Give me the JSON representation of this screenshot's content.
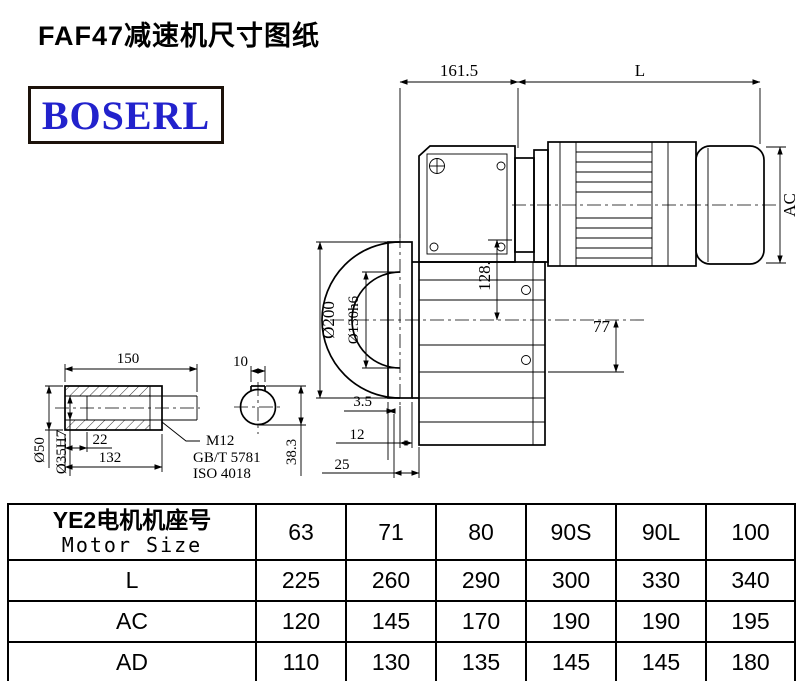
{
  "page": {
    "title": "FAF47减速机尺寸图纸",
    "logo_text": "BOSERL"
  },
  "drawing": {
    "dim_161_5": "161.5",
    "dim_L": "L",
    "dim_AC": "AC",
    "dim_d200": "Ø200",
    "dim_d130": "Ø130h6",
    "dim_128": "128.",
    "dim_77": "77",
    "dim_3_5": "3.5",
    "dim_12": "12",
    "dim_25": "25",
    "dim_38_3": "38.3",
    "dim_150": "150",
    "dim_10": "10",
    "dim_d50": "Ø50",
    "dim_d35": "Ø35H7",
    "dim_22": "22",
    "dim_132": "132",
    "note_thread": "M12",
    "note_std1": "GB/T 5781",
    "note_std2": "ISO 4018"
  },
  "table": {
    "header": {
      "cn": "YE2电机机座号",
      "en": "Motor Size"
    },
    "motor_sizes": [
      "63",
      "71",
      "80",
      "90S",
      "90L",
      "100"
    ],
    "rows": [
      {
        "label": "L",
        "values": [
          "225",
          "260",
          "290",
          "300",
          "330",
          "340"
        ]
      },
      {
        "label": "AC",
        "values": [
          "120",
          "145",
          "170",
          "190",
          "190",
          "195"
        ]
      },
      {
        "label": "AD",
        "values": [
          "110",
          "130",
          "135",
          "145",
          "145",
          "180"
        ]
      }
    ]
  }
}
